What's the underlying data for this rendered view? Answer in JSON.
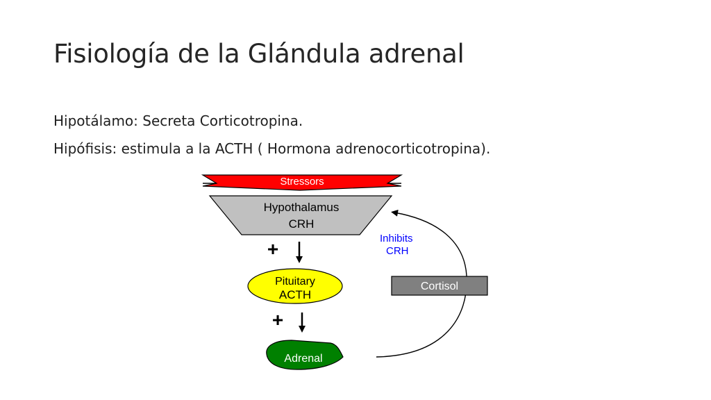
{
  "slide": {
    "title": "Fisiología de la Glándula adrenal",
    "lines": [
      "Hipotálamo: Secreta Corticotropina.",
      "Hipófisis: estimula a la ACTH ( Hormona adrenocorticotropina)."
    ]
  },
  "diagram": {
    "stressors_label": "Stressors",
    "hypothalamus_label": "Hypothalamus",
    "crh_label": "CRH",
    "pituitary_label": "Pituitary",
    "acth_label": "ACTH",
    "adrenal_label": "Adrenal",
    "cortisol_label": "Cortisol",
    "inhibits_label": "Inhibits",
    "inhibits_crh_label": "CRH",
    "plus_sign": "+",
    "colors": {
      "stressors": "#ff0000",
      "hypothalamus": "#c0c0c0",
      "pituitary": "#ffff00",
      "adrenal": "#008000",
      "cortisol": "#808080",
      "inhibits_text": "#0000ff"
    }
  }
}
